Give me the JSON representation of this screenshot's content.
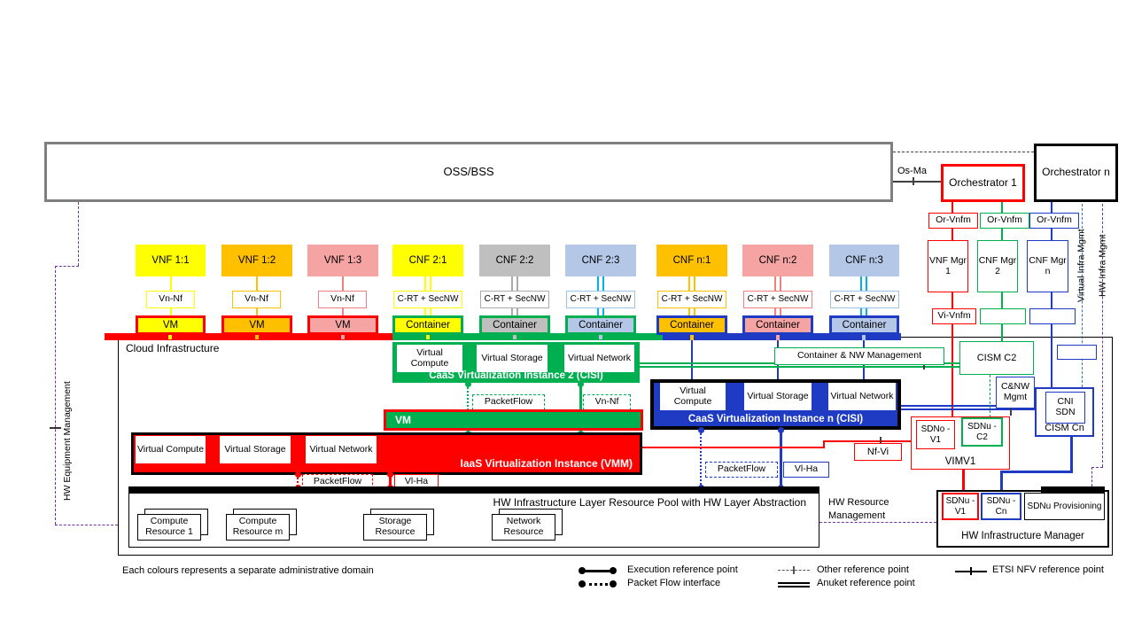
{
  "oss_label": "OSS/BSS",
  "os_ma": "Os-Ma",
  "orchestrator_1": "Orchestrator 1",
  "orchestrator_n": "Orchestrator n",
  "or_vnfm": "Or-Vnfm",
  "vi_vnfm": "Vi-Vnfm",
  "managers": {
    "vnf_mgr_1": "VNF Mgr 1",
    "cnf_mgr_2": "CNF Mgr 2",
    "cnf_mgr_n": "CNF Mgr n"
  },
  "side_labels": {
    "virtual_infra": "Virtual Infra Mgmt",
    "hw_infra": "HW Infra Mgmt",
    "hw_equipment": "HW Equipment Management",
    "hw_resource": "HW Resource Management"
  },
  "nfs": [
    {
      "name": "VNF 1:1",
      "iface": "Vn-Nf",
      "unit": "VM"
    },
    {
      "name": "VNF 1:2",
      "iface": "Vn-Nf",
      "unit": "VM"
    },
    {
      "name": "VNF 1:3",
      "iface": "Vn-Nf",
      "unit": "VM"
    },
    {
      "name": "CNF 2:1",
      "iface": "C-RT + SecNW",
      "unit": "Container"
    },
    {
      "name": "CNF 2:2",
      "iface": "C-RT + SecNW",
      "unit": "Container"
    },
    {
      "name": "CNF 2:3",
      "iface": "C-RT + SecNW",
      "unit": "Container"
    },
    {
      "name": "CNF n:1",
      "iface": "C-RT + SecNW",
      "unit": "Container"
    },
    {
      "name": "CNF n:2",
      "iface": "C-RT + SecNW",
      "unit": "Container"
    },
    {
      "name": "CNF n:3",
      "iface": "C-RT + SecNW",
      "unit": "Container"
    }
  ],
  "cloud": {
    "title": "Cloud  Infrastructure",
    "caas2": {
      "vc": "Virtual Compute",
      "vs": "Virtual Storage",
      "vn": "Virtual Network",
      "title": "CaaS Virtualization Instance 2 (CISI)"
    },
    "caasn": {
      "vc": "Virtual Compute",
      "vs": "Virtual Storage",
      "vn": "Virtual Network",
      "title": "CaaS Virtualization Instance n (CISI)"
    },
    "iaas": {
      "vc": "Virtual Compute",
      "vs": "Virtual Storage",
      "vn": "Virtual Network",
      "title": "IaaS Virtualization Instance (VMM)"
    },
    "vm_label": "VM",
    "packetflow": "PacketFlow",
    "vn_nf": "Vn-Nf",
    "vl_ha": "Vl-Ha",
    "nf_vi": "Nf-Vi",
    "container_nw_mgmt": "Container & NW  Management",
    "cism_c2": "CISM C2",
    "cnw_mgmt": "C&NW Mgmt",
    "cism_cn": "CISM Cn",
    "cni_sdn": "CNI SDN",
    "vim": {
      "title": "VIMV1",
      "sdno_v1": "SDNo -V1",
      "sdnu_c2": "SDNu -C2"
    },
    "pool": {
      "title": "HW Infrastructure Layer Resource Pool with HW Layer Abstraction",
      "resources": [
        "Compute Resource 1",
        "Compute Resource m",
        "Storage Resource",
        "Network Resource"
      ]
    },
    "hw_mgr": {
      "title": "HW Infrastructure Manager",
      "sdnu_v1": "SDNu -V1",
      "sdnu_cn": "SDNu -Cn",
      "sdnu_prov": "SDNu Provisioning"
    }
  },
  "legend": {
    "note": "Each colours represents a separate administrative domain",
    "execution": "Execution reference point",
    "packet_flow": "Packet Flow interface",
    "other": "Other reference point",
    "anuket": "Anuket reference point",
    "etsi": "ETSI NFV reference point"
  },
  "colors": {
    "red": "#FF0000",
    "green": "#00B050",
    "blue": "#1F3BC4",
    "cyan": "#00B0F0",
    "yellow": "#FFFF00",
    "orange": "#FFC000",
    "pink": "#F5A3A3",
    "gray": "#BFBFBF",
    "lightblue": "#B4C7E7",
    "purple": "#7030A0",
    "oss_border": "#7F7F7F"
  }
}
